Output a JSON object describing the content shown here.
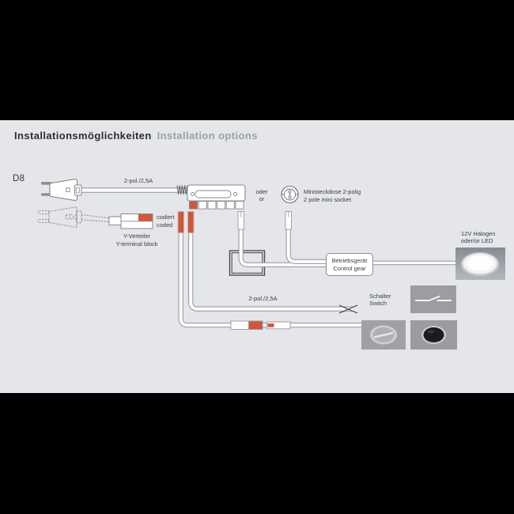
{
  "window": {
    "letterbox_color": "#000000",
    "canvas_color": "#e4e6e9"
  },
  "header": {
    "title_de": "Installationsmöglichkeiten",
    "title_en": "Installation options"
  },
  "diagram": {
    "model_label": "D8",
    "top_cable_label": "2-pol./2,5A",
    "bottom_cable_label": "2-pol./2,5A",
    "or_label_de": "oder",
    "or_label_en": "or",
    "mini_socket_label_de": "Ministeckdose 2-polig",
    "mini_socket_label_en": "2 pole mini socket",
    "coded_label_de": "codiert",
    "coded_label_en": "coded",
    "y_terminal_label_de": "Y-Verteiler",
    "y_terminal_label_en": "Y-terminal block",
    "control_gear_label_de": "Betriebsgerät",
    "control_gear_label_en": "Control gear",
    "lamp_label_line1": "12V Halogen",
    "lamp_label_line2": "oder/or LED",
    "switch_label_de": "Schalter",
    "switch_label_en": "Switch",
    "colors": {
      "accent_red": "#d2573a",
      "cable_outline": "#90939a",
      "panel_gray": "#9c9da0"
    }
  }
}
